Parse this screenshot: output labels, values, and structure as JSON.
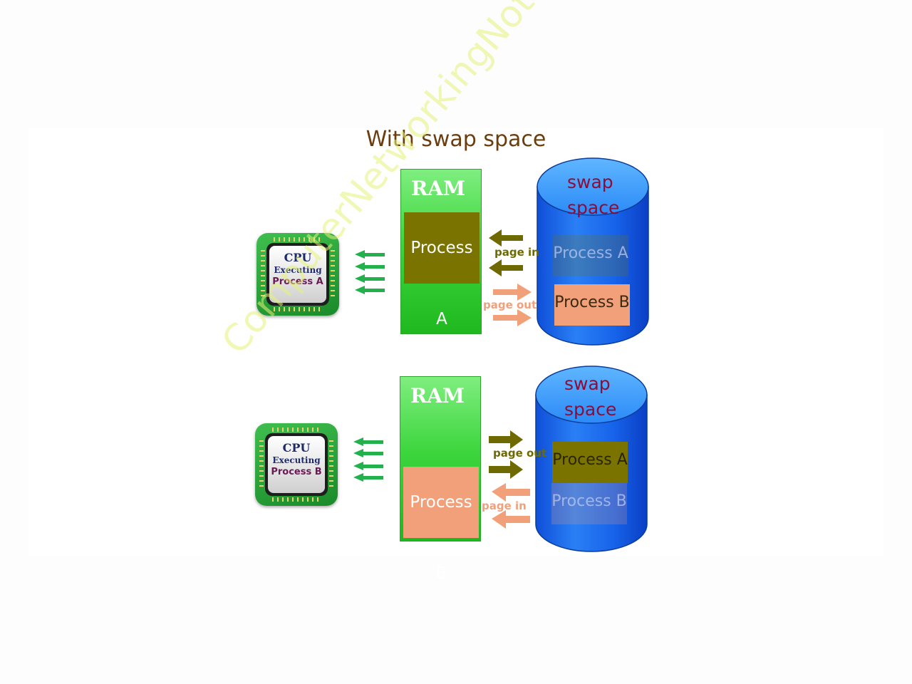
{
  "title": "With swap space",
  "watermark": "ComputerNetworkingNotes.com",
  "colors": {
    "title": "#6b3e0f",
    "process_a": "#7a7300",
    "process_b": "#f2a07a",
    "ram_green": "#3ed63e",
    "swap_blue": "#1e6cf0",
    "swap_text": "#8b0d3a",
    "arrow_olive": "#6f6a00",
    "arrow_salmon": "#f2a07a",
    "cpu_arrows": "#22b14c"
  },
  "scenarios": [
    {
      "cpu": {
        "line1": "CPU",
        "line2": "Executing",
        "line3": "Process A"
      },
      "ram": {
        "label": "RAM",
        "process": "Process A"
      },
      "page_in": "page in",
      "page_out": "page out",
      "swap": {
        "line1": "swap",
        "line2": "space",
        "faded_process": "Process A",
        "process": "Process B"
      }
    },
    {
      "cpu": {
        "line1": "CPU",
        "line2": "Executing",
        "line3": "Process B"
      },
      "ram": {
        "label": "RAM",
        "process": "Process B"
      },
      "page_out": "page out",
      "page_in": "page in",
      "swap": {
        "line1": "swap",
        "line2": "space",
        "process": "Process A",
        "faded_process": "Process B"
      }
    }
  ]
}
